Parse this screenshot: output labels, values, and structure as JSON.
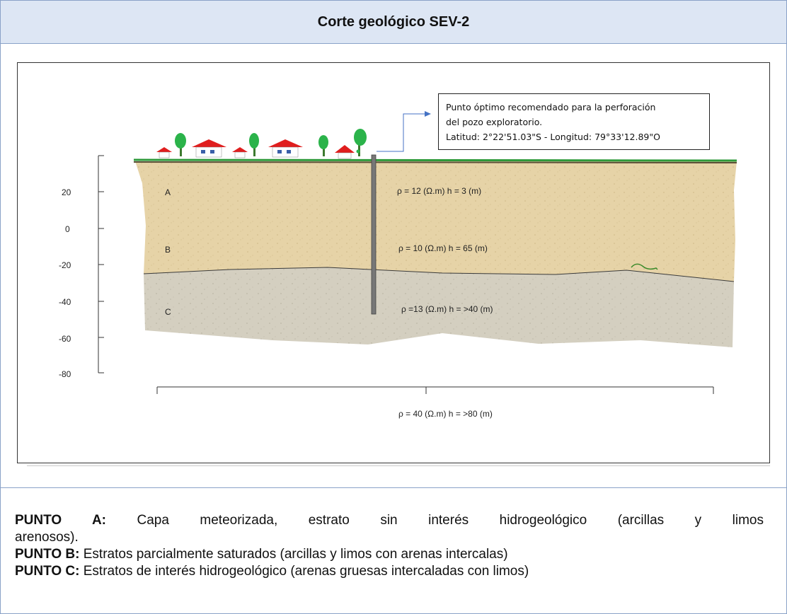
{
  "header": {
    "title": "Corte geológico SEV-2"
  },
  "figure": {
    "callout_lines": [
      "Punto óptimo recomendado para la perforación",
      "del pozo exploratorio.",
      "Latitud: 2°22'51.03\"S - Longitud: 79°33'12.89\"O"
    ],
    "depth_axis_ticks": [
      "20",
      "0",
      "-20",
      "-40",
      "-60",
      "-80"
    ],
    "layers": [
      {
        "id": "A",
        "label": "A",
        "resistivity_text": "ρ = 12 (Ω.m)  h = 3 (m)"
      },
      {
        "id": "B",
        "label": "B",
        "resistivity_text": "ρ = 10 (Ω.m)  h = 65 (m)"
      },
      {
        "id": "C",
        "label": "C",
        "resistivity_text": "ρ =13 (Ω.m)  h = >40 (m)"
      }
    ],
    "bottom_text": "ρ = 40 (Ω.m)  h = >80 (m)",
    "colors": {
      "sand": "#e6d3a7",
      "gravel": "#d4cfc0",
      "grass": "#2e9a3a",
      "roof": "#e01e1e",
      "well": "#777777"
    }
  },
  "notes": [
    {
      "label": "PUNTO A:",
      "text": " Capa meteorizada, estrato sin interés hidrogeológico (arcillas y limos"
    },
    {
      "label": "",
      "text": "arenosos)."
    },
    {
      "label": "PUNTO B:",
      "text": " Estratos parcialmente saturados (arcillas y limos con arenas intercalas)"
    },
    {
      "label": "PUNTO C:",
      "text": " Estratos de interés hidrogeológico (arenas gruesas intercaladas con limos)"
    }
  ]
}
